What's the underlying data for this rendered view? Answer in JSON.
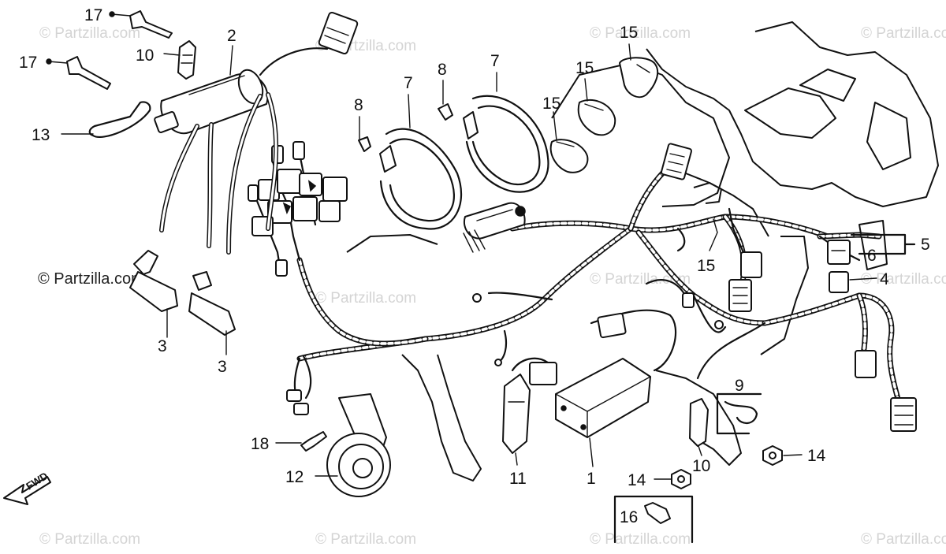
{
  "diagram": {
    "watermarks": {
      "text": "© Partzilla.com",
      "main_text": "© Partzilla.com"
    },
    "fwd_label": "FWD",
    "callouts": [
      {
        "id": "c17a",
        "label": "17"
      },
      {
        "id": "c17b",
        "label": "17"
      },
      {
        "id": "c10a",
        "label": "10"
      },
      {
        "id": "c2",
        "label": "2"
      },
      {
        "id": "c13",
        "label": "13"
      },
      {
        "id": "c7a",
        "label": "7"
      },
      {
        "id": "c8a",
        "label": "8"
      },
      {
        "id": "c7b",
        "label": "7"
      },
      {
        "id": "c8b",
        "label": "8"
      },
      {
        "id": "c15a",
        "label": "15"
      },
      {
        "id": "c15b",
        "label": "15"
      },
      {
        "id": "c15c",
        "label": "15"
      },
      {
        "id": "c15d",
        "label": "15"
      },
      {
        "id": "c5",
        "label": "5"
      },
      {
        "id": "c6",
        "label": "6"
      },
      {
        "id": "c4",
        "label": "4"
      },
      {
        "id": "c3a",
        "label": "3"
      },
      {
        "id": "c3b",
        "label": "3"
      },
      {
        "id": "c9",
        "label": "9"
      },
      {
        "id": "c18",
        "label": "18"
      },
      {
        "id": "c12",
        "label": "12"
      },
      {
        "id": "c11",
        "label": "11"
      },
      {
        "id": "c1",
        "label": "1"
      },
      {
        "id": "c10b",
        "label": "10"
      },
      {
        "id": "c14a",
        "label": "14"
      },
      {
        "id": "c14b",
        "label": "14"
      },
      {
        "id": "c16",
        "label": "16"
      }
    ]
  }
}
